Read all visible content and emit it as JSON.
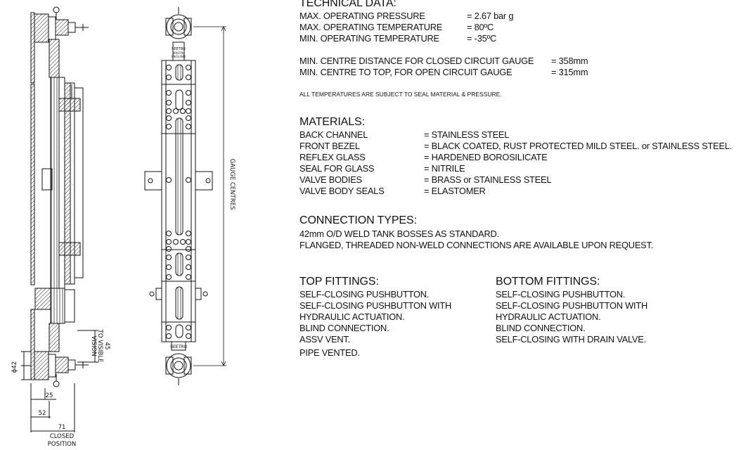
{
  "technical": {
    "heading": "TECHNICAL DATA:",
    "rows": [
      {
        "label": "MAX. OPERATING PRESSURE",
        "value": "= 2.67 bar g"
      },
      {
        "label": "MAX. OPERATING TEMPERATURE",
        "value": "= 80ºC"
      },
      {
        "label": "MIN. OPERATING TEMPERATURE",
        "value": "= -35ºC"
      }
    ],
    "centre_rows": [
      {
        "label": "MIN. CENTRE DISTANCE FOR CLOSED CIRCUIT GAUGE",
        "value": "= 358mm"
      },
      {
        "label": "MIN. CENTRE TO TOP, FOR OPEN CIRCUIT GAUGE",
        "value": "= 315mm"
      }
    ],
    "note": "ALL TEMPERATURES ARE SUBJECT TO SEAL MATERIAL & PRESSURE."
  },
  "materials": {
    "heading": "MATERIALS:",
    "rows": [
      {
        "label": "BACK CHANNEL",
        "value": "= STAINLESS STEEL"
      },
      {
        "label": "FRONT BEZEL",
        "value": "= BLACK COATED, RUST PROTECTED MILD STEEL. or STAINLESS STEEL."
      },
      {
        "label": "REFLEX GLASS",
        "value": "= HARDENED BOROSILICATE"
      },
      {
        "label": "SEAL FOR GLASS",
        "value": "= NITRILE"
      },
      {
        "label": "VALVE BODIES",
        "value": "= BRASS or STAINLESS STEEL"
      },
      {
        "label": "VALVE BODY SEALS",
        "value": "= ELASTOMER"
      }
    ]
  },
  "connection": {
    "heading": "CONNECTION TYPES:",
    "lines": [
      "42mm O/D WELD TANK BOSSES AS STANDARD.",
      "FLANGED, THREADED NON-WELD CONNECTIONS ARE AVAILABLE UPON REQUEST."
    ]
  },
  "top_fittings": {
    "heading": "TOP FITTINGS:",
    "lines": [
      "SELF-CLOSING PUSHBUTTON.",
      "SELF-CLOSING PUSHBUTTON WITH",
      "HYDRAULIC ACTUATION.",
      "BLIND CONNECTION.",
      "ASSV VENT.",
      "PIPE VENTED."
    ]
  },
  "bottom_fittings": {
    "heading": "BOTTOM FITTINGS:",
    "lines": [
      "SELF-CLOSING PUSHBUTTON.",
      "SELF-CLOSING PUSHBUTTON WITH",
      "HYDRAULIC ACTUATION.",
      "BLIND CONNECTION.",
      "SELF-CLOSING WITH DRAIN VALVE."
    ]
  },
  "drawing": {
    "gauge_centres_label": "GAUGE CENTRES",
    "visible_label": "45",
    "visible_line1": "TO VISIBLE",
    "visible_line2": "VISION",
    "dia_label": "ϕ42",
    "dim_25": "25",
    "dim_52": "52",
    "dim_71": "71",
    "closed_line1": "CLOSED",
    "closed_line2": "POSITION",
    "plate_text_top": "SEETRU",
    "plate_text_bottom": "SEETRU",
    "plate_small1": "BRISTOL",
    "plate_small2": "ENGLAND"
  }
}
